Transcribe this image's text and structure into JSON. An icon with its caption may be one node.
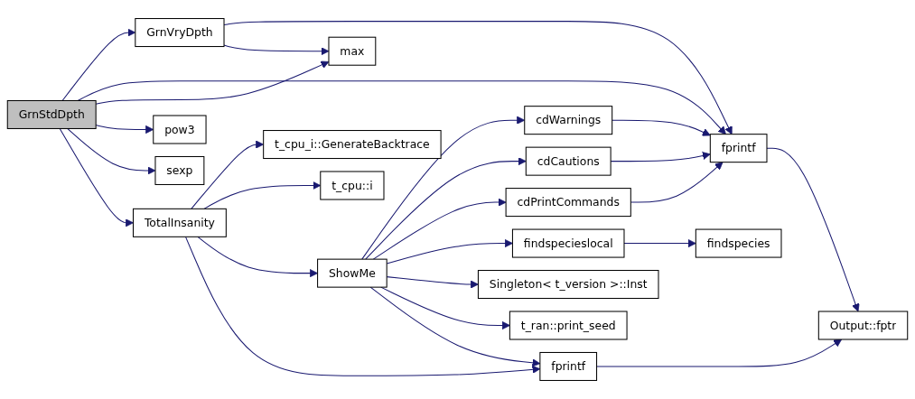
{
  "diagram": {
    "nodes": [
      {
        "text": [
          "GrnStdDpth"
        ]
      },
      {
        "text": [
          "GrnVryDpth"
        ]
      },
      {
        "text": [
          "max"
        ]
      },
      {
        "text": [
          "pow3"
        ]
      },
      {
        "text": [
          "sexp"
        ]
      },
      {
        "text": [
          "TotalInsanity"
        ]
      },
      {
        "text": [
          "t_cpu_i::GenerateBacktrace"
        ]
      },
      {
        "text": [
          "t_cpu::i"
        ]
      },
      {
        "text": [
          "ShowMe"
        ]
      },
      {
        "text": [
          "cdWarnings"
        ]
      },
      {
        "text": [
          "cdCautions"
        ]
      },
      {
        "text": [
          "cdPrintCommands"
        ]
      },
      {
        "text": [
          "findspecieslocal"
        ]
      },
      {
        "text": [
          "findspecies"
        ]
      },
      {
        "text": [
          "Singleton< t_version >::Inst"
        ]
      },
      {
        "text": [
          "t_ran::print_seed"
        ]
      },
      {
        "text": [
          "fprintf"
        ]
      },
      {
        "text": [
          "fprintf"
        ]
      },
      {
        "text": [
          "Output::fptr"
        ]
      }
    ],
    "edges": [
      {
        "from": 0,
        "to": 1,
        "arrow": "to"
      },
      {
        "from": 0,
        "to": 16,
        "arrow": "to"
      },
      {
        "from": 0,
        "to": 2,
        "arrow": "to"
      },
      {
        "from": 0,
        "to": 3,
        "arrow": "to"
      },
      {
        "from": 0,
        "to": 4,
        "arrow": "to"
      },
      {
        "from": 0,
        "to": 5,
        "arrow": "to"
      },
      {
        "from": 1,
        "to": 16,
        "arrow": "to"
      },
      {
        "from": 1,
        "to": 2,
        "arrow": "to"
      },
      {
        "from": 5,
        "to": 6,
        "arrow": "to"
      },
      {
        "from": 5,
        "to": 7,
        "arrow": "to"
      },
      {
        "from": 5,
        "to": 8,
        "arrow": "to"
      },
      {
        "from": 5,
        "to": 17,
        "arrow": "to"
      },
      {
        "from": 8,
        "to": 9,
        "arrow": "to"
      },
      {
        "from": 8,
        "to": 10,
        "arrow": "to"
      },
      {
        "from": 8,
        "to": 11,
        "arrow": "to"
      },
      {
        "from": 8,
        "to": 12,
        "arrow": "to"
      },
      {
        "from": 8,
        "to": 14,
        "arrow": "to"
      },
      {
        "from": 8,
        "to": 15,
        "arrow": "to"
      },
      {
        "from": 8,
        "to": 17,
        "arrow": "to"
      },
      {
        "from": 9,
        "to": 16,
        "arrow": "to"
      },
      {
        "from": 10,
        "to": 16,
        "arrow": "to"
      },
      {
        "from": 11,
        "to": 16,
        "arrow": "to"
      },
      {
        "from": 12,
        "to": 13,
        "arrow": "to"
      },
      {
        "from": 16,
        "to": 18,
        "arrow": "to"
      },
      {
        "from": 17,
        "to": 18,
        "arrow": "to"
      }
    ]
  }
}
